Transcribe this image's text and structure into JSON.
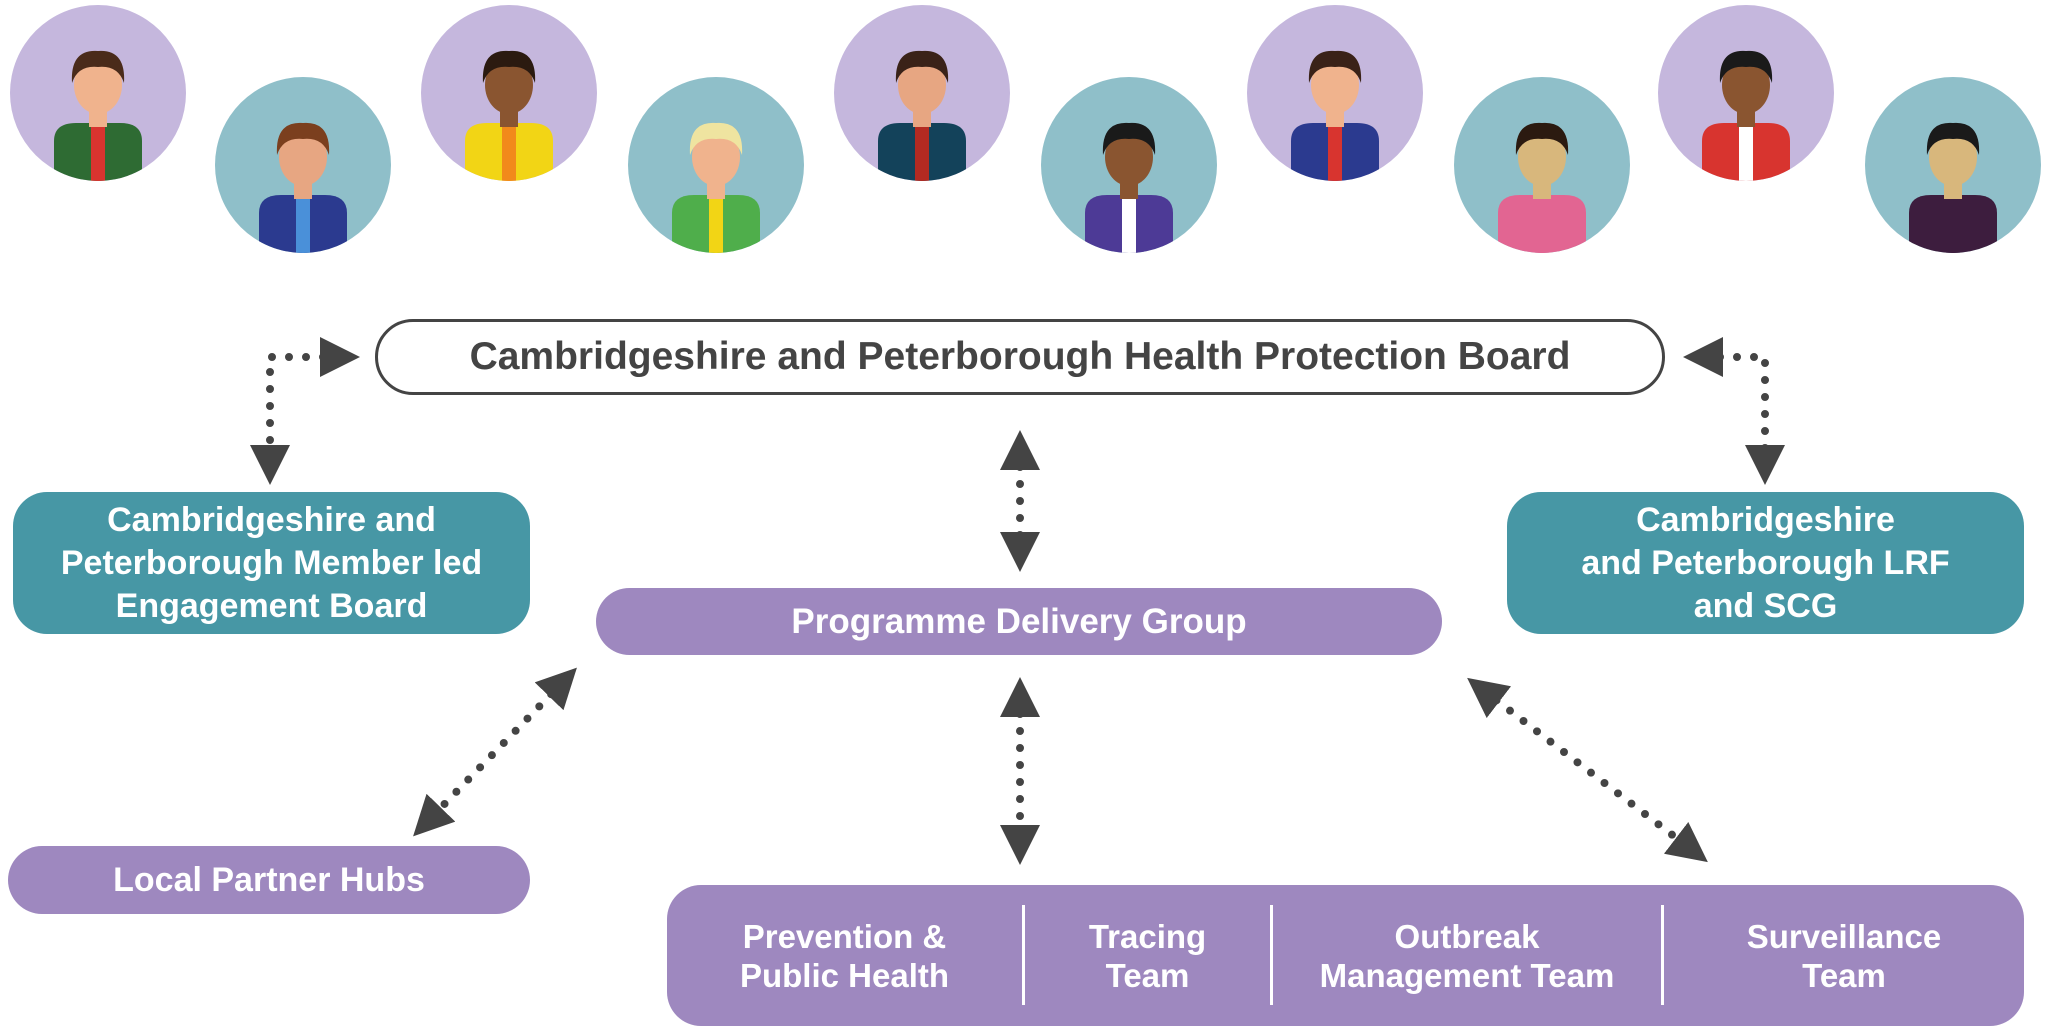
{
  "colors": {
    "teal": "#4797a5",
    "purple": "#9e88bf",
    "avatar_purple_bg": "#c5b7dd",
    "avatar_teal_bg": "#8fbfc9",
    "connector": "#444444"
  },
  "avatars": [
    {
      "bg": "avatar_purple_bg",
      "skin": "#f0b38d",
      "hair": "#4a2b1a",
      "shirt": "#2e6b33",
      "accent": "#d8342f"
    },
    {
      "bg": "avatar_teal_bg",
      "skin": "#e7a682",
      "hair": "#7b3f1e",
      "shirt": "#2b3a8f",
      "accent": "#4a90d9"
    },
    {
      "bg": "avatar_purple_bg",
      "skin": "#8a5530",
      "hair": "#2b1a10",
      "shirt": "#f2d515",
      "accent": "#f28a1b"
    },
    {
      "bg": "avatar_teal_bg",
      "skin": "#f0b38d",
      "hair": "#efe4a0",
      "shirt": "#4fae4b",
      "accent": "#f2d515"
    },
    {
      "bg": "avatar_purple_bg",
      "skin": "#e7a682",
      "hair": "#3a2218",
      "shirt": "#13425a",
      "accent": "#b32a21"
    },
    {
      "bg": "avatar_teal_bg",
      "skin": "#8a5530",
      "hair": "#1a1a1a",
      "shirt": "#4d3a96",
      "accent": "#ffffff"
    },
    {
      "bg": "avatar_purple_bg",
      "skin": "#f0b38d",
      "hair": "#3a2218",
      "shirt": "#2b3a8f",
      "accent": "#d8342f"
    },
    {
      "bg": "avatar_teal_bg",
      "skin": "#d8b77c",
      "hair": "#2b1a10",
      "shirt": "#e26592",
      "accent": "#e26592"
    },
    {
      "bg": "avatar_purple_bg",
      "skin": "#8a5530",
      "hair": "#1a1a1a",
      "shirt": "#d8342f",
      "accent": "#ffffff"
    },
    {
      "bg": "avatar_teal_bg",
      "skin": "#d8b77c",
      "hair": "#1a1a1a",
      "shirt": "#3d1d3e",
      "accent": "#3d1d3e"
    }
  ],
  "nodes": {
    "health_protection_board": "Cambridgeshire and Peterborough Health Protection Board",
    "member_engagement_board": "Cambridgeshire and\nPeterborough Member led\nEngagement Board",
    "lrf_scg": "Cambridgeshire\nand Peterborough LRF\nand SCG",
    "programme_delivery_group": "Programme Delivery Group",
    "local_partner_hubs": "Local Partner Hubs"
  },
  "teams": [
    "Prevention &\nPublic Health",
    "Tracing\nTeam",
    "Outbreak\nManagement Team",
    "Surveillance\nTeam"
  ]
}
